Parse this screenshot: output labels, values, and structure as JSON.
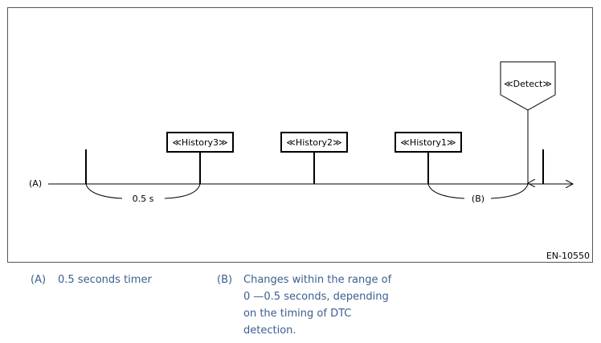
{
  "diagram": {
    "axis_label": "(A)",
    "interval_label": "0.5 s",
    "range_label": "(B)",
    "history_labels": [
      "≪History3≫",
      "≪History2≫",
      "≪History1≫"
    ],
    "detect_label": "≪Detect≫",
    "figure_id": "EN-10550"
  },
  "legend": {
    "items": [
      {
        "key": "(A)",
        "text": "0.5 seconds timer"
      },
      {
        "key": "(B)",
        "lines": [
          "Changes within the range of",
          "0 —0.5 seconds, depending",
          "on the timing of DTC",
          "detection."
        ]
      }
    ]
  },
  "colors": {
    "legend_text": "#3a5f8f",
    "line": "#000000",
    "frame_border": "#555555"
  }
}
